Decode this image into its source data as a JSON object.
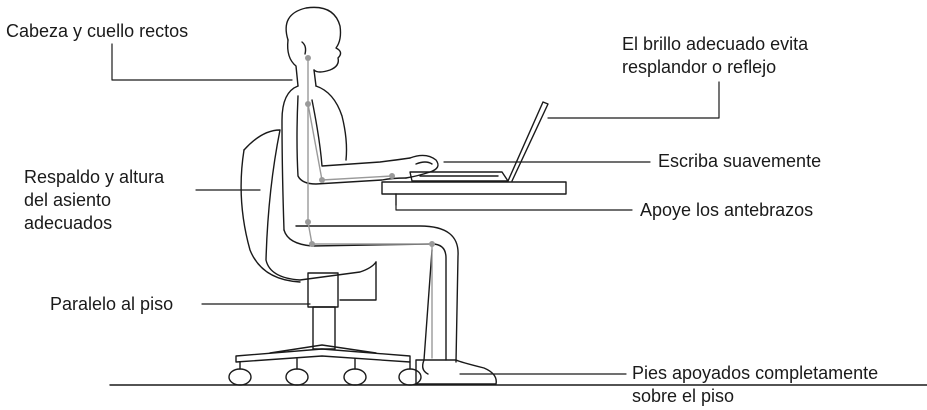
{
  "labels": {
    "head_neck": "Cabeza y cuello rectos",
    "brightness": [
      "El brillo adecuado evita",
      "resplandor o reflejo"
    ],
    "typing": "Escriba suavemente",
    "backrest": [
      "Respaldo y altura",
      "del asiento",
      "adecuados"
    ],
    "forearms": "Apoye los antebrazos",
    "parallel": "Paralelo al piso",
    "feet": [
      "Pies apoyados completamente",
      "sobre el piso"
    ]
  },
  "colors": {
    "line": "#1a1a1a",
    "guide": "#9a9a9a",
    "text": "#1a1a1a"
  }
}
